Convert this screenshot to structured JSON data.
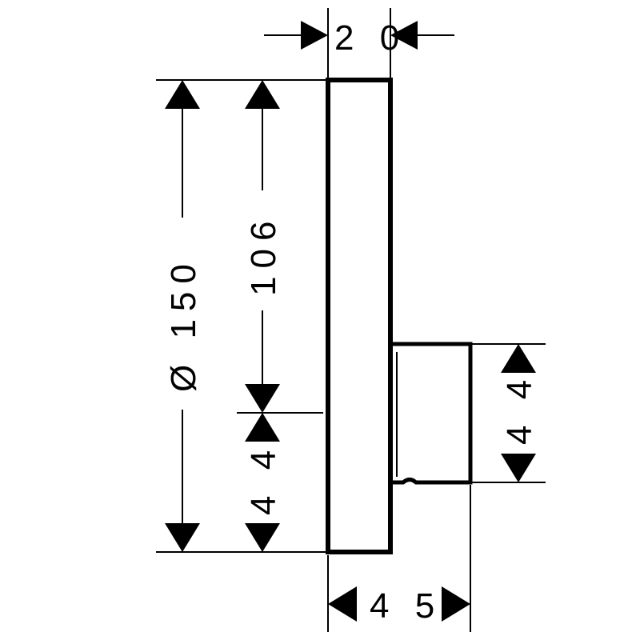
{
  "dimensions": {
    "top_width": "2 0",
    "diameter": "Ø 150",
    "upper_height": "106",
    "lower_left_height": "4 4",
    "right_height": "4 4",
    "depth": "4 5"
  },
  "colors": {
    "line": "#000000",
    "background": "#ffffff"
  }
}
